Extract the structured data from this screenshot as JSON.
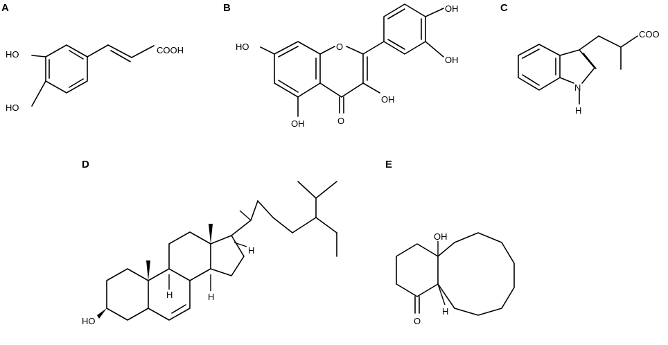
{
  "panels": {
    "a": {
      "label": "A",
      "atoms": {
        "ho_top": "HO",
        "ho_bottom": "HO",
        "cooh": "COOH"
      }
    },
    "b": {
      "label": "B",
      "atoms": {
        "ho_left": "HO",
        "o_ring": "O",
        "oh_top": "OH",
        "oh_right": "OH",
        "oh_mid": "OH",
        "oh_bottom": "OH",
        "o_carbonyl": "O"
      }
    },
    "c": {
      "label": "C",
      "atoms": {
        "coo": "COO",
        "n": "N",
        "h": "H"
      }
    },
    "d": {
      "label": "D",
      "atoms": {
        "ho": "HO",
        "h_17": "H",
        "h_9": "H",
        "h_14": "H"
      }
    },
    "e": {
      "label": "E",
      "atoms": {
        "oh": "OH",
        "o": "O",
        "h": "H"
      }
    }
  }
}
